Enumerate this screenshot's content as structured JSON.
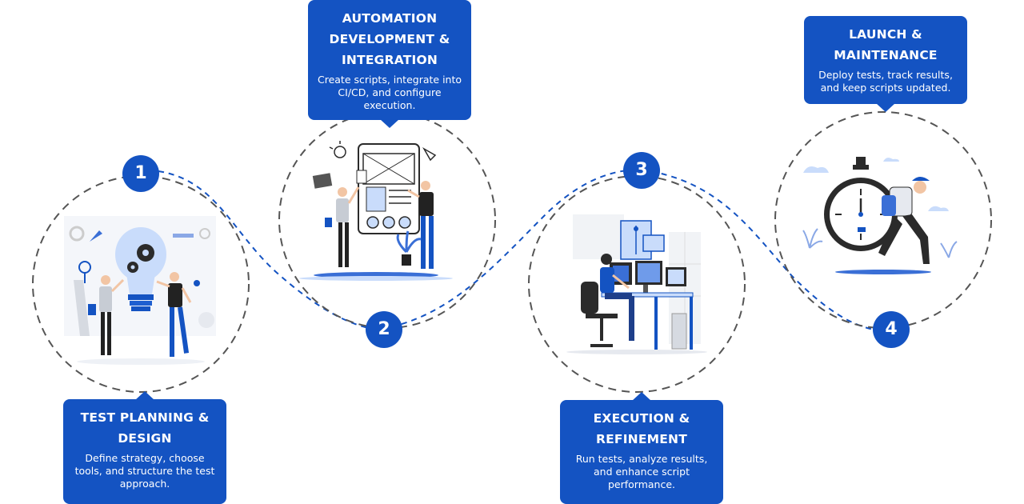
{
  "steps": [
    {
      "number": "1",
      "title": "TEST PLANNING & DESIGN",
      "description": "Define strategy, choose tools, and structure the test approach.",
      "illustration": "lightbulb-team-illustration"
    },
    {
      "number": "2",
      "title": "AUTOMATION DEVELOPMENT & INTEGRATION",
      "description": "Create scripts, integrate into CI/CD, and configure execution.",
      "illustration": "wireframe-design-illustration"
    },
    {
      "number": "3",
      "title": "EXECUTION & REFINEMENT",
      "description": "Run tests, analyze results, and enhance script performance.",
      "illustration": "developer-desk-illustration"
    },
    {
      "number": "4",
      "title": "LAUNCH & MAINTENANCE",
      "description": "Deploy tests, track results, and keep scripts updated.",
      "illustration": "stopwatch-runner-illustration"
    }
  ],
  "colors": {
    "accent": "#1453c2",
    "dashed_circle": "#555555",
    "connector": "#1453c2",
    "skin": "#f2c5a4"
  }
}
